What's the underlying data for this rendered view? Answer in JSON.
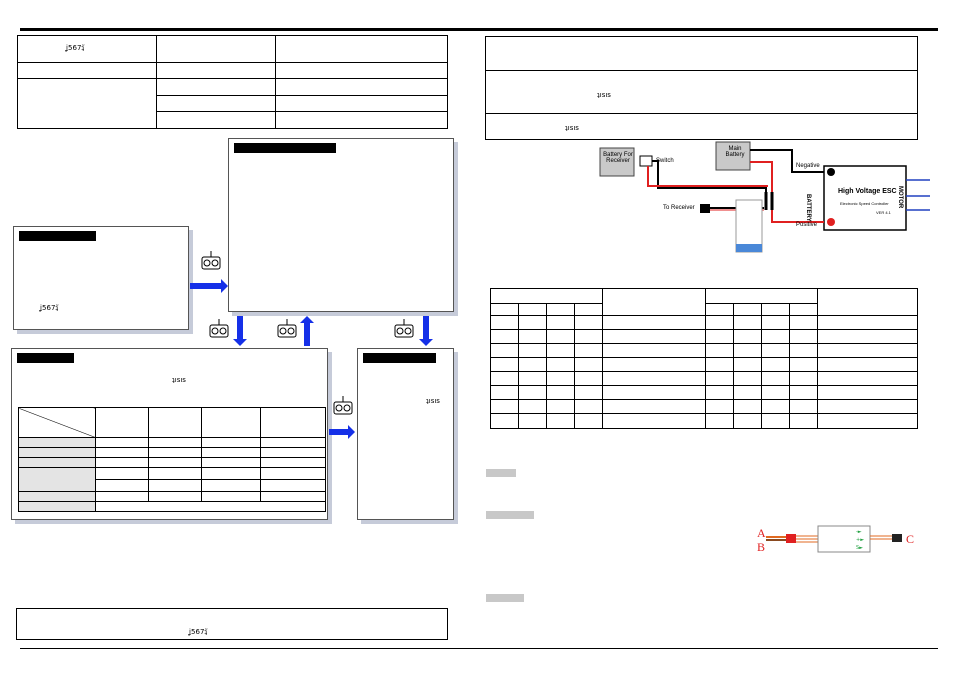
{
  "glyphs": {
    "a": "ʝ567ʇ̃",
    "b": "ʇısıs"
  },
  "wiring": {
    "battery_receiver": "Battery For Receiver",
    "switch": "Switch",
    "main_battery": "Main Battery",
    "negative": "Negative",
    "positive": "Positive",
    "to_receiver": "To Receiver",
    "esc_title": "High Voltage ESC",
    "esc_sub": "Electronic Speed Controller",
    "esc_ver": "VER 4.1",
    "battery_side": "BATTERY",
    "motor_side": "MOTOR"
  },
  "bec": {
    "a": "A",
    "b": "B",
    "c": "C"
  },
  "colors": {
    "arrow": "#1530e8",
    "shadow": "#c6cbd9",
    "red": "#e02020",
    "orange": "#e06a20"
  },
  "icons": [
    "transmitter-icon",
    "arrow-icon"
  ]
}
